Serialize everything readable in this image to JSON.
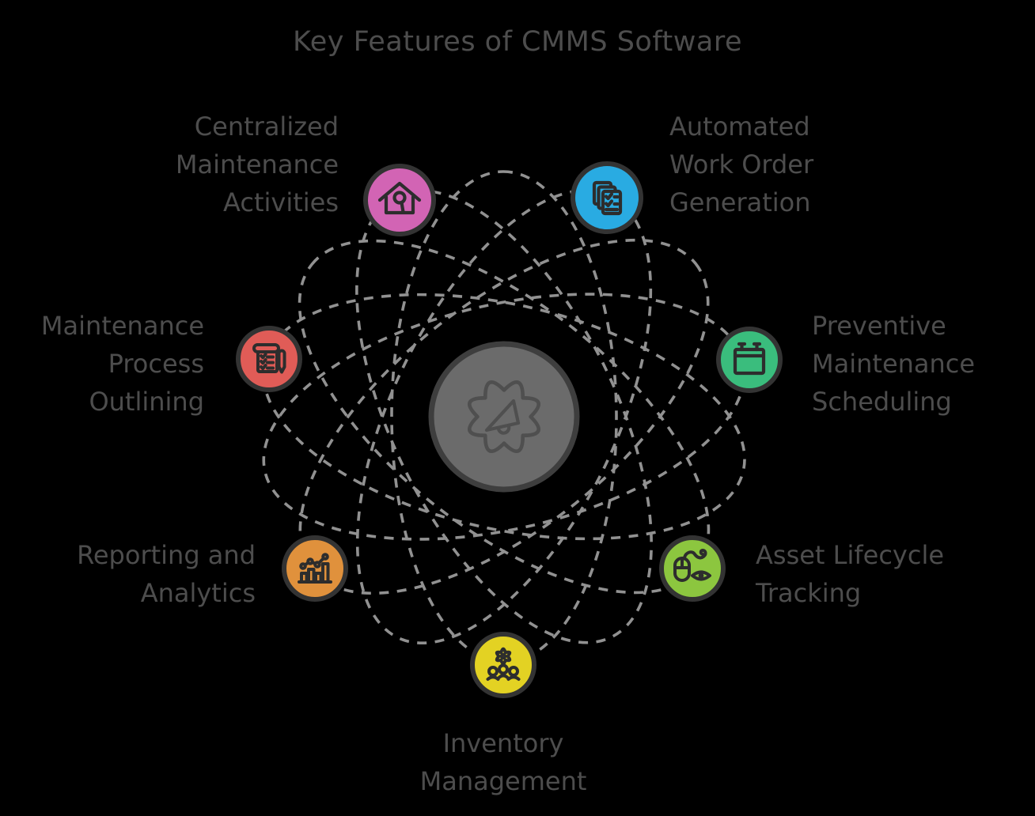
{
  "title": "Key Features of CMMS Software",
  "colors": {
    "background": "#000000",
    "text": "#4d4d4d",
    "orbit": "#919191",
    "node_border": "#333333",
    "icon_stroke": "#2d2d2d",
    "center_fill": "#6b6b6b",
    "center_border": "#3e3e3e",
    "center_icon_stroke": "#4f4f4f"
  },
  "center": {
    "icon": "gear-megaphone-icon"
  },
  "features": [
    {
      "id": "centralized-maintenance-activities",
      "label": "Centralized\nMaintenance\nActivities",
      "color": "#d264b4",
      "icon": "house-wrench-icon",
      "position": "top-left"
    },
    {
      "id": "automated-work-order-generation",
      "label": "Automated\nWork Order\nGeneration",
      "color": "#29abe2",
      "icon": "work-order-checklist-icon",
      "position": "top-right"
    },
    {
      "id": "preventive-maintenance-scheduling",
      "label": "Preventive\nMaintenance\nScheduling",
      "color": "#3abd7d",
      "icon": "calendar-icon",
      "position": "right"
    },
    {
      "id": "asset-lifecycle-tracking",
      "label": "Asset Lifecycle\nTracking",
      "color": "#8cc63f",
      "icon": "mouse-tracking-eye-icon",
      "position": "bottom-right"
    },
    {
      "id": "inventory-management",
      "label": "Inventory\nManagement",
      "color": "#e3d223",
      "icon": "gear-team-icon",
      "position": "bottom"
    },
    {
      "id": "reporting-and-analytics",
      "label": "Reporting and\nAnalytics",
      "color": "#e0913c",
      "icon": "bar-chart-trend-icon",
      "position": "bottom-left"
    },
    {
      "id": "maintenance-process-outlining",
      "label": "Maintenance\nProcess\nOutlining",
      "color": "#e05c57",
      "icon": "notepad-pen-icon",
      "position": "left"
    }
  ]
}
